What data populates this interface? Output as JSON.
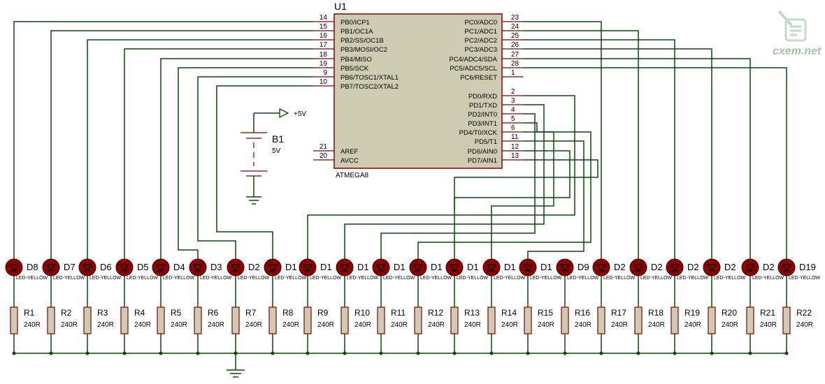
{
  "chip": {
    "ref": "U1",
    "part": "ATMEGA8",
    "left_pins": [
      {
        "num": "14",
        "name": "PB0/ICP1"
      },
      {
        "num": "15",
        "name": "PB1/OC1A"
      },
      {
        "num": "16",
        "name": "PB2/SS/OC1B"
      },
      {
        "num": "17",
        "name": "PB3/MOSI/OC2"
      },
      {
        "num": "18",
        "name": "PB4/MISO"
      },
      {
        "num": "19",
        "name": "PB5/SCK"
      },
      {
        "num": "9",
        "name": "PB6/TOSC1/XTAL1"
      },
      {
        "num": "10",
        "name": "PB7/TOSC2/XTAL2"
      }
    ],
    "left_pins_lower": [
      {
        "num": "21",
        "name": "AREF"
      },
      {
        "num": "20",
        "name": "AVCC"
      }
    ],
    "right_pins_c": [
      {
        "num": "23",
        "name": "PC0/ADC0"
      },
      {
        "num": "24",
        "name": "PC1/ADC1"
      },
      {
        "num": "25",
        "name": "PC2/ADC2"
      },
      {
        "num": "26",
        "name": "PC3/ADC3"
      },
      {
        "num": "27",
        "name": "PC4/ADC4/SDA"
      },
      {
        "num": "28",
        "name": "PC5/ADC5/SCL"
      },
      {
        "num": "1",
        "name": "PC6/RESET"
      }
    ],
    "right_pins_d": [
      {
        "num": "2",
        "name": "PD0/RXD"
      },
      {
        "num": "3",
        "name": "PD1/TXD"
      },
      {
        "num": "4",
        "name": "PD2/INT0"
      },
      {
        "num": "5",
        "name": "PD3/INT1"
      },
      {
        "num": "6",
        "name": "PD4/T0/XCK"
      },
      {
        "num": "11",
        "name": "PD5/T1"
      },
      {
        "num": "12",
        "name": "PD6/AIN0"
      },
      {
        "num": "13",
        "name": "PD7/AIN1"
      }
    ]
  },
  "battery": {
    "ref": "B1",
    "value": "5V",
    "supply": "+5V"
  },
  "leds": {
    "refs": [
      "D8",
      "D7",
      "D6",
      "D5",
      "D4",
      "D3",
      "D2",
      "D1",
      "D1",
      "D1",
      "D1",
      "D1",
      "D1",
      "D1",
      "D1",
      "D9",
      "D2",
      "D2",
      "D2",
      "D2",
      "D2",
      "D19"
    ],
    "type": "LED-YELLOW"
  },
  "resistors": {
    "refs": [
      "R1",
      "R2",
      "R3",
      "R4",
      "R5",
      "R6",
      "R7",
      "R8",
      "R9",
      "R10",
      "R11",
      "R12",
      "R13",
      "R14",
      "R15",
      "R16",
      "R17",
      "R18",
      "R19",
      "R20",
      "R21",
      "R22"
    ],
    "value": "240R"
  },
  "watermark": "cxem.net",
  "colors": {
    "wire": "#0a4a0a",
    "part": "#8b0000",
    "chip_fill": "#cfcab2",
    "led_fill": "#8b0000"
  }
}
